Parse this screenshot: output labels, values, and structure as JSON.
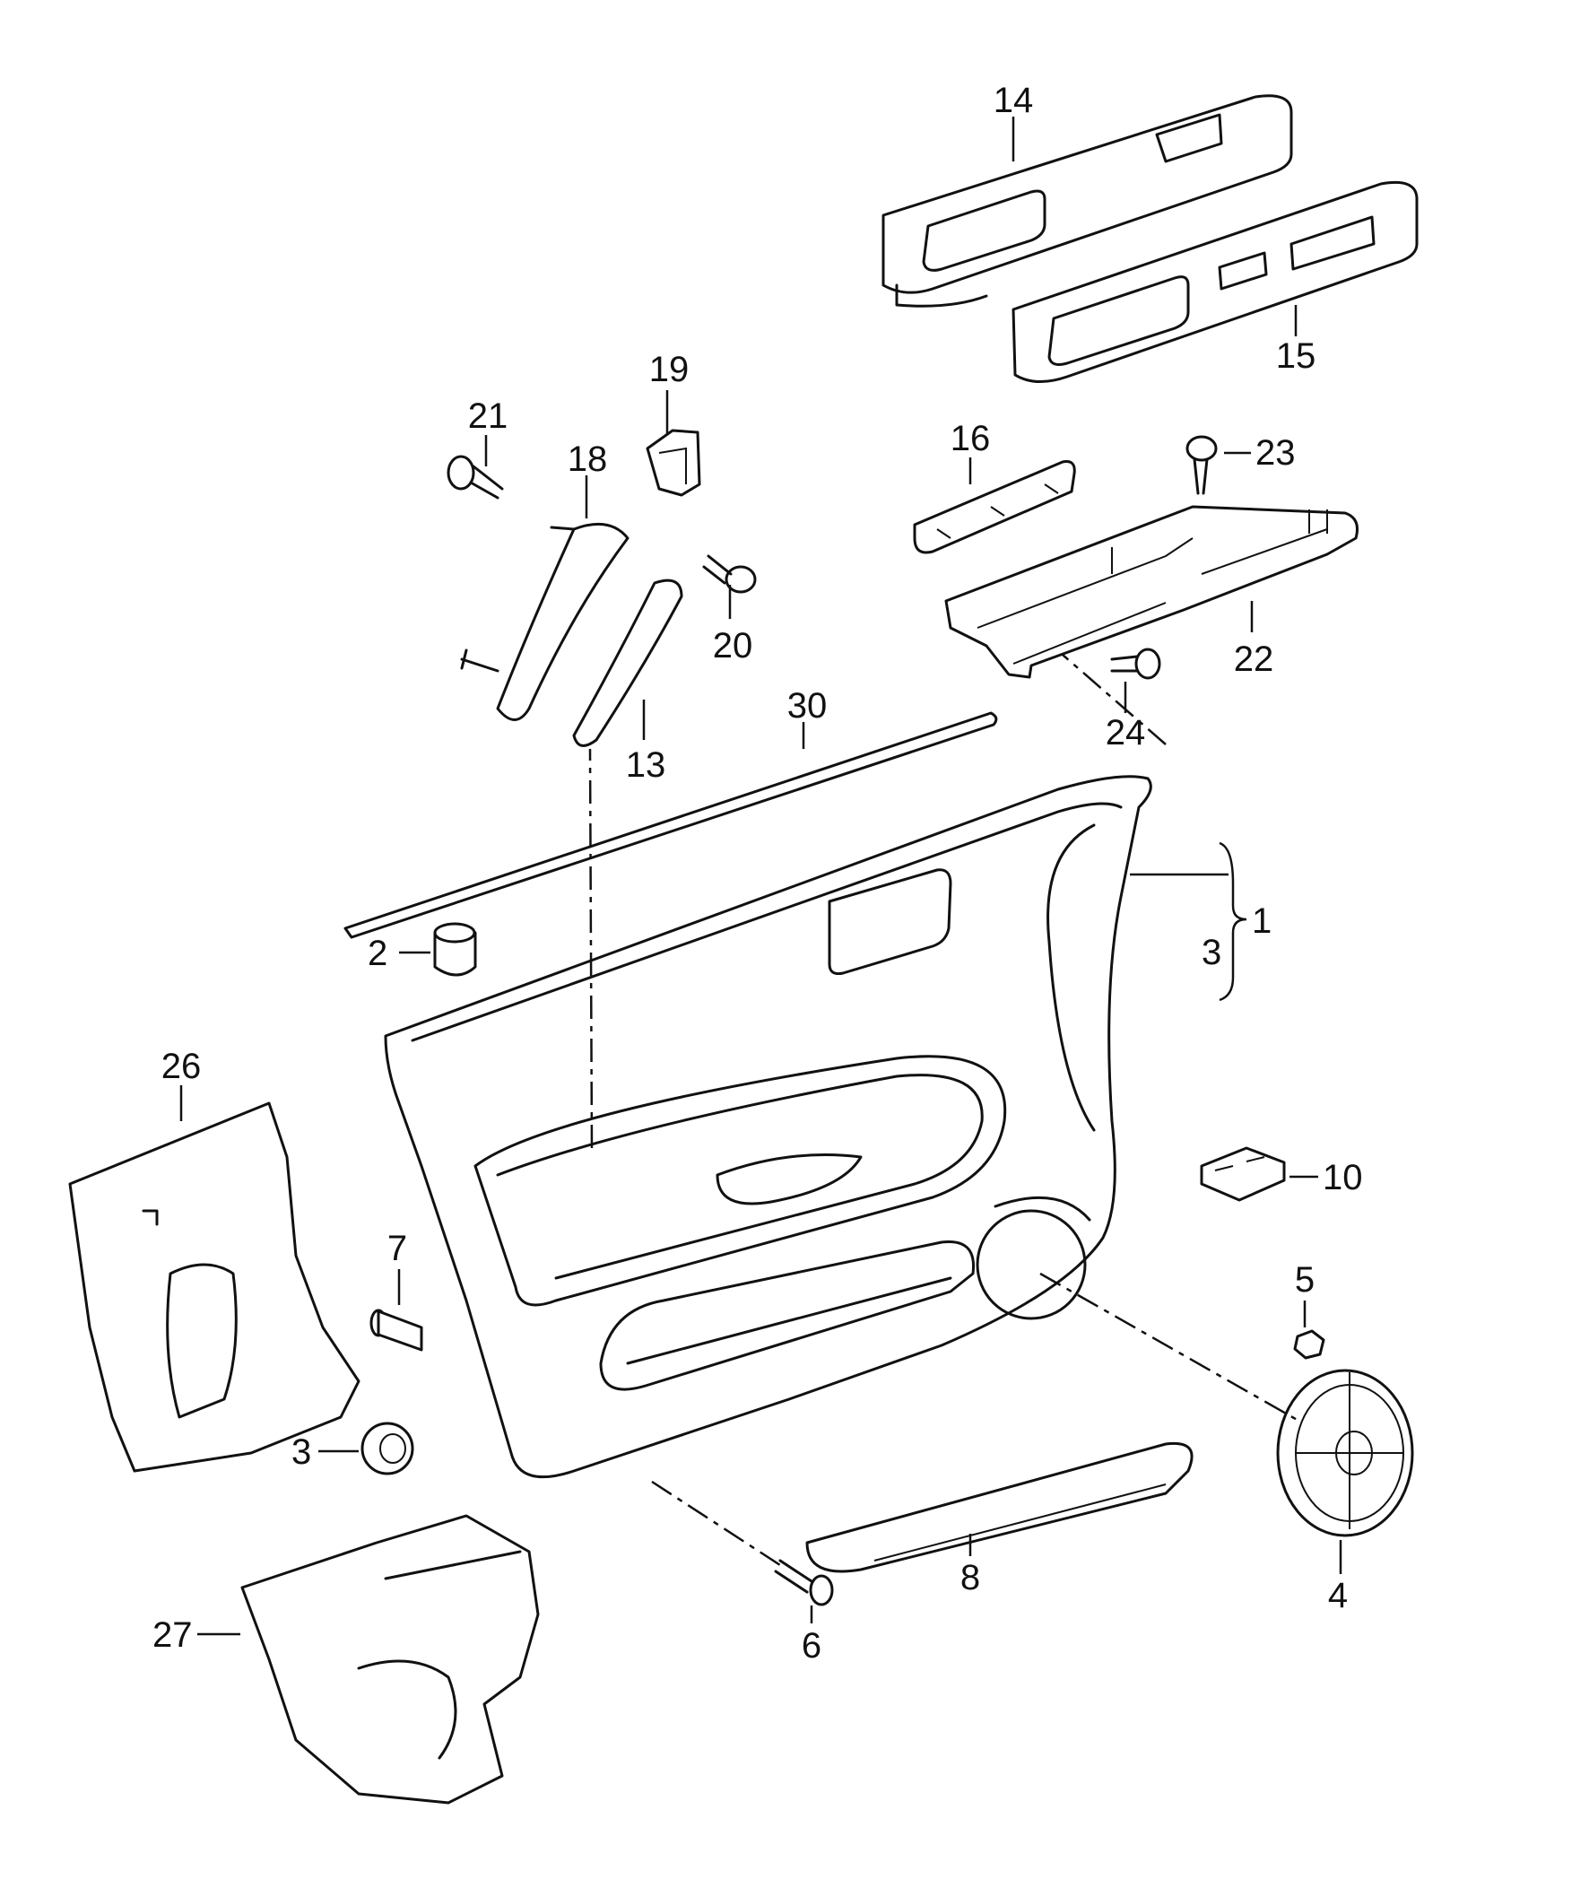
{
  "callouts": {
    "c1": "1",
    "c2": "2",
    "c3a": "3",
    "c3b": "3",
    "c4": "4",
    "c5": "5",
    "c6": "6",
    "c7": "7",
    "c8": "8",
    "c10": "10",
    "c13": "13",
    "c14": "14",
    "c15": "15",
    "c16": "16",
    "c18": "18",
    "c19": "19",
    "c20": "20",
    "c21": "21",
    "c22": "22",
    "c23": "23",
    "c24": "24",
    "c26": "26",
    "c27": "27",
    "c30": "30"
  }
}
